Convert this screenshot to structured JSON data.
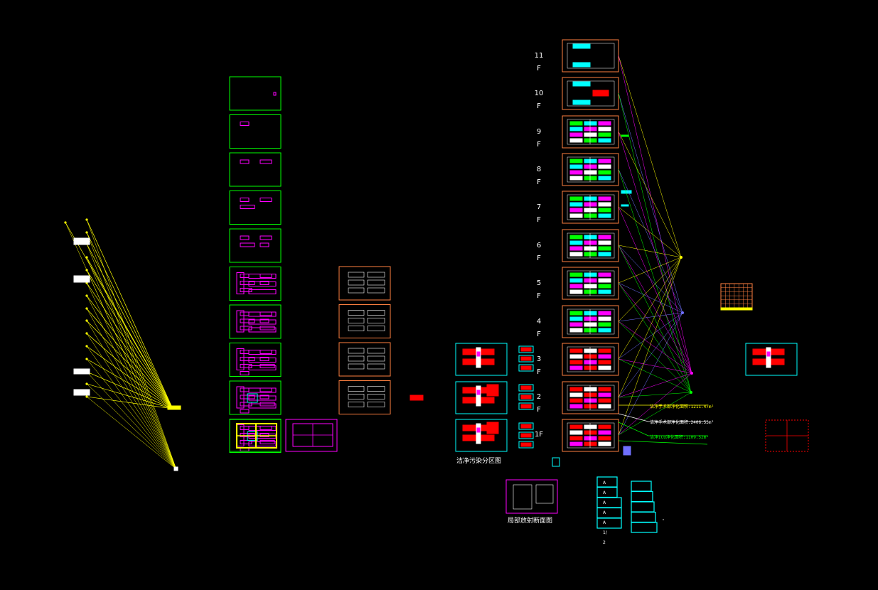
{
  "floors": [
    {
      "id": "11",
      "num": "11",
      "suffix": "F"
    },
    {
      "id": "10",
      "num": "10",
      "suffix": "F"
    },
    {
      "id": "9",
      "num": "9",
      "suffix": "F"
    },
    {
      "id": "8",
      "num": "8",
      "suffix": "F"
    },
    {
      "id": "7",
      "num": "7",
      "suffix": "F"
    },
    {
      "id": "6",
      "num": "6",
      "suffix": "F"
    },
    {
      "id": "5",
      "num": "5",
      "suffix": "F"
    },
    {
      "id": "4",
      "num": "4",
      "suffix": "F"
    },
    {
      "id": "3",
      "num": "3",
      "suffix": "F"
    },
    {
      "id": "2",
      "num": "2",
      "suffix": "F"
    },
    {
      "id": "1",
      "num": "1F",
      "suffix": ""
    }
  ],
  "captions": {
    "clean_zone": "洁净污染分区图",
    "section": "局部放射断面图"
  },
  "annotations": [
    {
      "id": "a1",
      "text": "洁净手术部净化面积:1211.47m²",
      "color": "#ffff00"
    },
    {
      "id": "a2",
      "text": "洁净手术部净化面积:2406.53m²",
      "color": "#ffffff"
    },
    {
      "id": "a3",
      "text": "洁净ICU净化面积:1109.52m²",
      "color": "#00ff00"
    }
  ],
  "column_marks": [
    "A",
    "A",
    "A",
    "A",
    "A",
    "1/",
    "2"
  ],
  "colors": {
    "background": "#000000",
    "green_frame": "#00ff00",
    "orange_frame": "#ff8040",
    "cyan_frame": "#00ffff",
    "magenta": "#ff00ff",
    "yellow": "#ffff00",
    "red": "#ff0000",
    "blue": "#7070ff"
  }
}
